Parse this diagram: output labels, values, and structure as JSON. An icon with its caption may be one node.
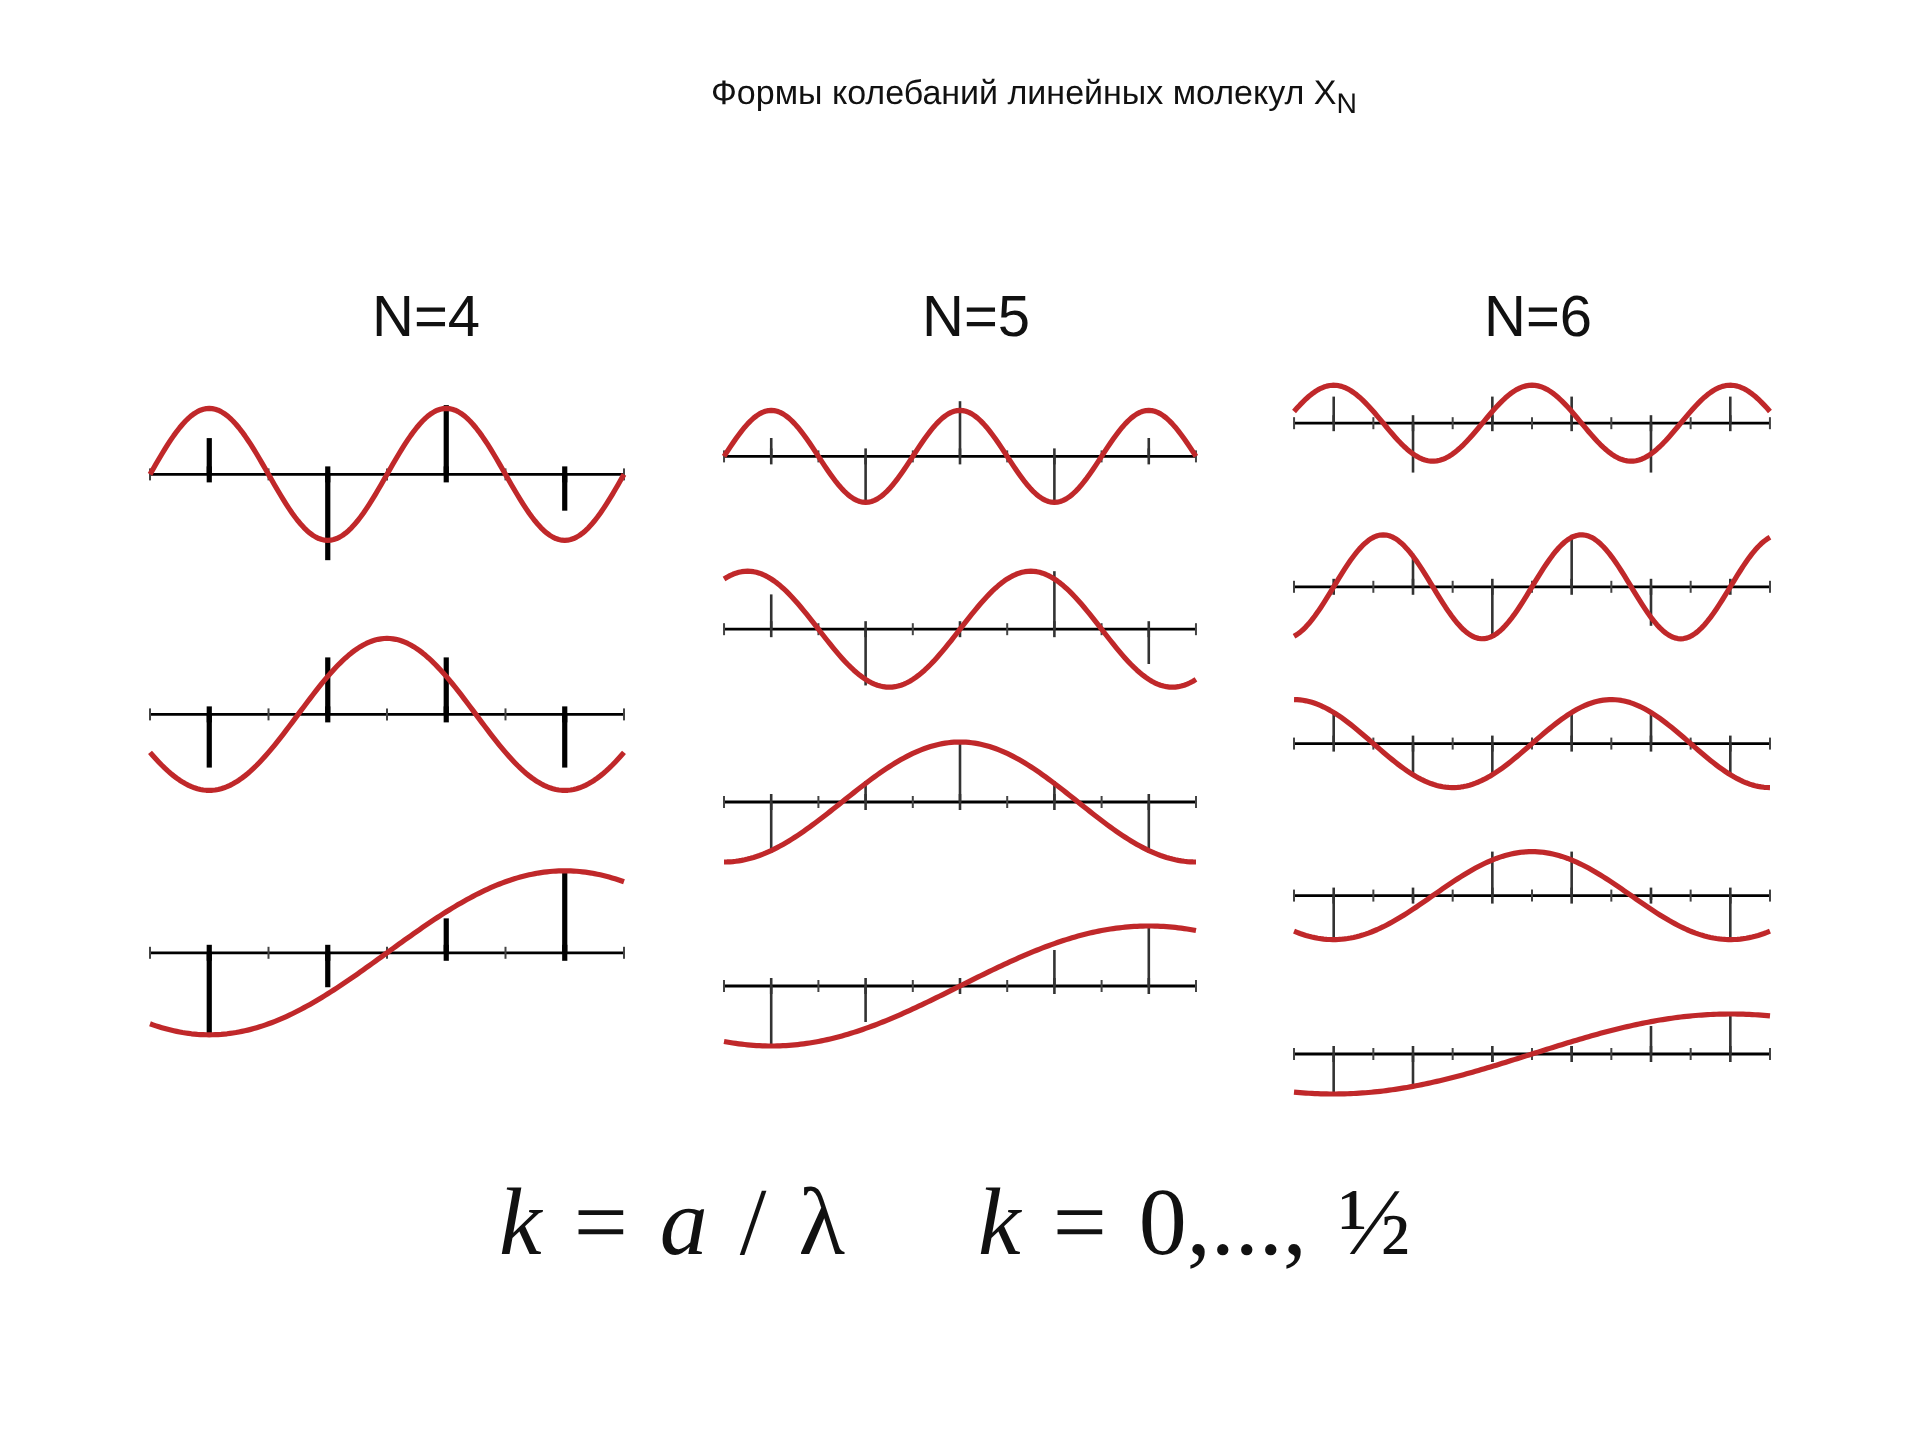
{
  "diagram": {
    "title": "Формы колебаний линейных молекул X$_{N}$",
    "labels": [
      "N=4",
      "N=5",
      "N=6",
      "*k* = *a* / λ",
      "*k* = 0,..., ½"
    ]
  }
}
